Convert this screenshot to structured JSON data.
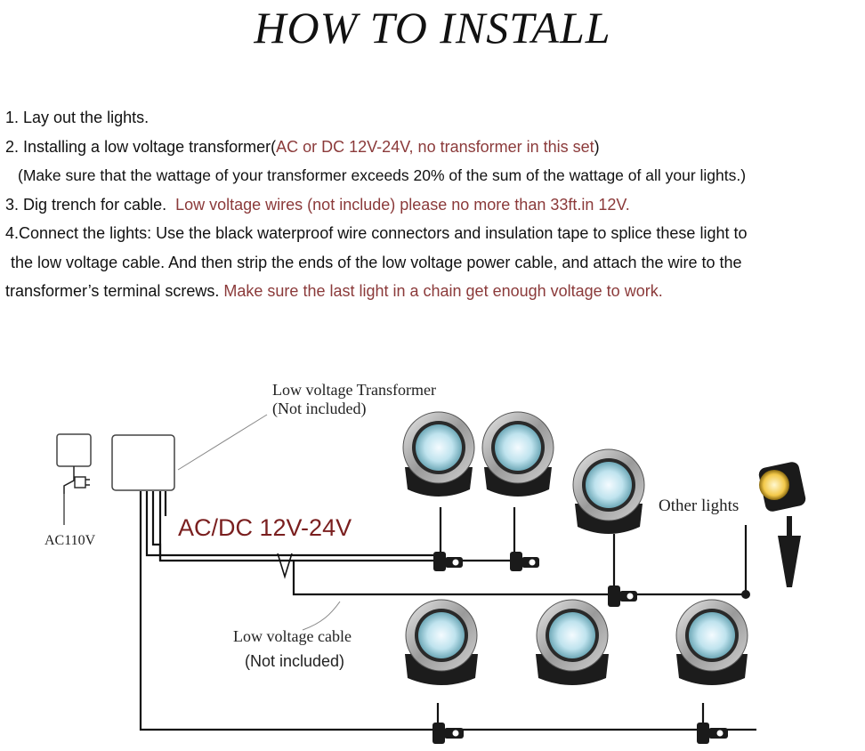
{
  "title": "HOW TO INSTALL",
  "steps": {
    "s1": "1. Lay out the lights.",
    "s2_text": "2. Installing a low voltage transformer(",
    "s2_red": "AC or DC 12V-24V, no transformer in this set",
    "s2_end": ")",
    "s2_note": "(Make sure that the wattage of your transformer exceeds 20% of the sum of the wattage of all your lights.)",
    "s3_text": "3. Dig trench for cable.",
    "s3_red": "Low voltage wires (not include) please no more than 33ft.in 12V.",
    "s4_line1": "4.Connect the lights: Use the black waterproof wire connectors and insulation tape to splice these light to",
    "s4_line2": "the low voltage cable. And then strip the ends of the low voltage power cable, and attach the wire to the",
    "s4_line3_text": "transformer’s terminal screws.",
    "s4_line3_red": "Make sure the last light in a chain get enough voltage to work."
  },
  "diagram": {
    "transformer_label_1": "Low voltage Transformer",
    "transformer_label_2": "(Not included)",
    "voltage_label": "AC/DC 12V-24V",
    "ac_label": "AC110V",
    "other_lights_label": "Other lights",
    "cable_label_1": "Low voltage cable",
    "cable_label_2": "(Not included)",
    "colors": {
      "accent_red": "#8b3a3a",
      "label_red": "#7a1f1f",
      "line": "#111111"
    }
  }
}
